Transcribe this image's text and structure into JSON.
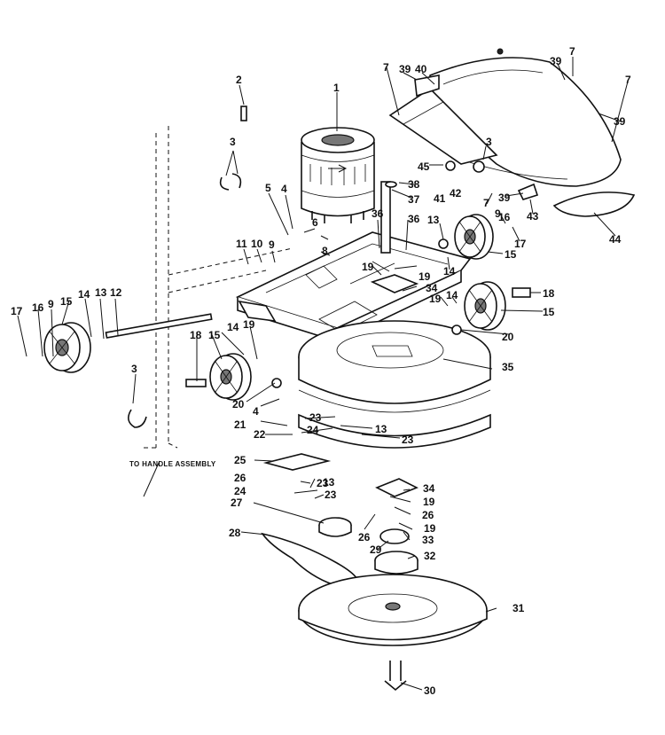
{
  "diagram": {
    "part_numbers": [
      "1",
      "2",
      "3",
      "4",
      "5",
      "6",
      "7",
      "8",
      "9",
      "10",
      "11",
      "12",
      "13",
      "14",
      "15",
      "16",
      "17",
      "18",
      "19",
      "20",
      "21",
      "22",
      "23",
      "24",
      "25",
      "26",
      "27",
      "28",
      "29",
      "30",
      "31",
      "32",
      "33",
      "34",
      "35",
      "36",
      "37",
      "38",
      "39",
      "40",
      "41",
      "42",
      "43",
      "44",
      "45"
    ],
    "note": "TO HANDLE ASSEMBLY"
  }
}
